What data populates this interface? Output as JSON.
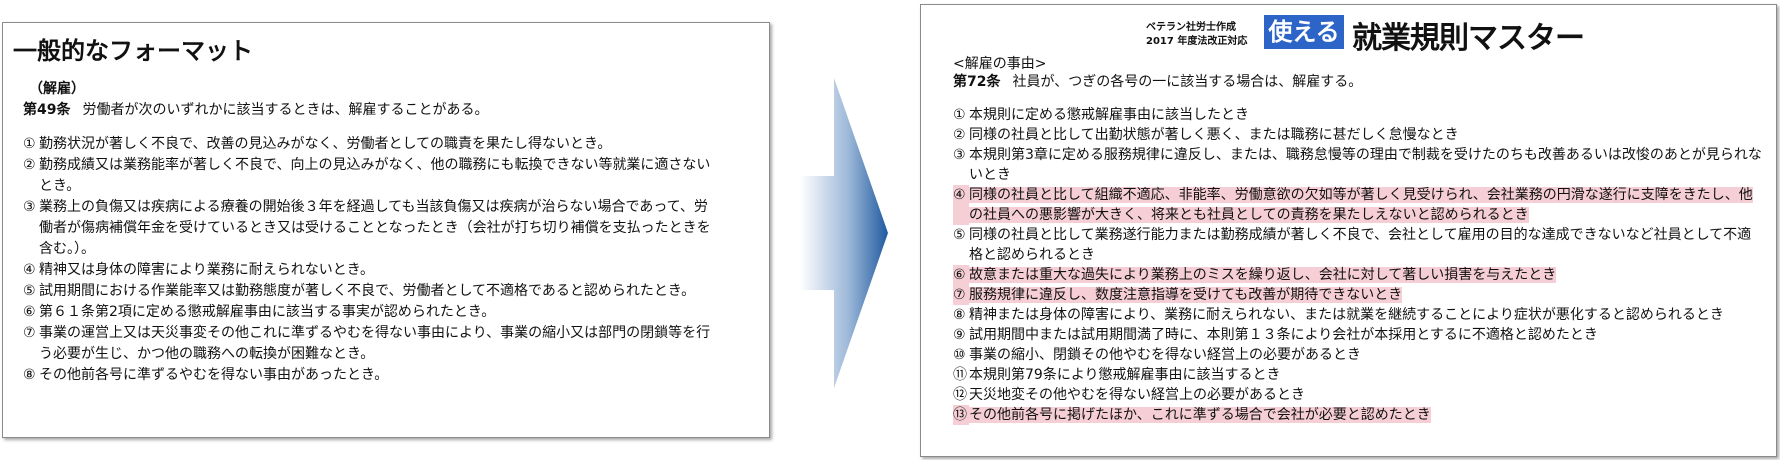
{
  "left": {
    "title": "一般的なフォーマット",
    "section": "（解雇）",
    "article_no": "第49条",
    "article_text": "労働者が次のいずれかに該当するときは、解雇することがある。",
    "items": [
      {
        "num": "①",
        "text": "勤務状況が著しく不良で、改善の見込みがなく、労働者としての職責を果たし得ないとき。"
      },
      {
        "num": "②",
        "text": "勤務成績又は業務能率が著しく不良で、向上の見込みがなく、他の職務にも転換できない等就業に適さないとき。"
      },
      {
        "num": "③",
        "text": "業務上の負傷又は疾病による療養の開始後３年を経過しても当該負傷又は疾病が治らない場合であって、労働者が傷病補償年金を受けているとき又は受けることとなったとき（会社が打ち切り補償を支払ったときを含む。）。"
      },
      {
        "num": "④",
        "text": "精神又は身体の障害により業務に耐えられないとき。"
      },
      {
        "num": "⑤",
        "text": "試用期間における作業能率又は勤務態度が著しく不良で、労働者として不適格であると認められたとき。"
      },
      {
        "num": "⑥",
        "text": "第６１条第2項に定める懲戒解雇事由に該当する事実が認められたとき。"
      },
      {
        "num": "⑦",
        "text": "事業の運営上又は天災事変その他これに準ずるやむを得ない事由により、事業の縮小又は部門の閉鎖等を行う必要が生じ、かつ他の職務への転換が困難なとき。"
      },
      {
        "num": "⑧",
        "text": "その他前各号に準ずるやむを得ない事由があったとき。"
      }
    ]
  },
  "right": {
    "brand": {
      "tagline_1": "ベテラン社労士作成",
      "tagline_2": "2017 年度法改正対応",
      "highlight_word": "使える",
      "title": "就業規則マスター",
      "box_color": "#2d64c8"
    },
    "section": "<解雇の事由>",
    "article_no": "第72条",
    "article_text": "社員が、つぎの各号の一に該当する場合は、解雇する。",
    "highlight_color": "#f6cfd6",
    "items": [
      {
        "num": "①",
        "text": "本規則に定める懲戒解雇事由に該当したとき",
        "highlight": false
      },
      {
        "num": "②",
        "text": "同様の社員と比して出勤状態が著しく悪く、または職務に甚だしく怠慢なとき",
        "highlight": false
      },
      {
        "num": "③",
        "text": "本規則第3章に定める服務規律に違反し、または、職務怠慢等の理由で制裁を受けたのちも改善あるいは改悛のあとが見られないとき",
        "highlight": false
      },
      {
        "num": "④",
        "text": "同様の社員と比して組織不適応、非能率、労働意欲の欠如等が著しく見受けられ、会社業務の円滑な遂行に支障をきたし、他の社員への悪影響が大きく、将来とも社員としての責務を果たしえないと認められるとき",
        "highlight": true
      },
      {
        "num": "⑤",
        "text": "同様の社員と比して業務遂行能力または勤務成績が著しく不良で、会社として雇用の目的な達成できないなど社員として不適格と認められるとき",
        "highlight": false
      },
      {
        "num": "⑥",
        "text": "故意または重大な過失により業務上のミスを繰り返し、会社に対して著しい損害を与えたとき",
        "highlight": true
      },
      {
        "num": "⑦",
        "text": "服務規律に違反し、数度注意指導を受けても改善が期待できないとき",
        "highlight": true
      },
      {
        "num": "⑧",
        "text": "精神または身体の障害により、業務に耐えられない、または就業を継続することにより症状が悪化すると認められるとき",
        "highlight": false
      },
      {
        "num": "⑨",
        "text": "試用期間中または試用期間満了時に、本則第１３条により会社が本採用とするに不適格と認めたとき",
        "highlight": false
      },
      {
        "num": "⑩",
        "text": "事業の縮小、閉鎖その他やむを得ない経営上の必要があるとき",
        "highlight": false
      },
      {
        "num": "⑪",
        "text": "本規則第79条により懲戒解雇事由に該当するとき",
        "highlight": false
      },
      {
        "num": "⑫",
        "text": "天災地変その他やむを得ない経営上の必要があるとき",
        "highlight": false
      },
      {
        "num": "⑬",
        "text": "その他前各号に掲げたほか、これに準ずる場合で会社が必要と認めたとき",
        "highlight": true
      }
    ]
  }
}
